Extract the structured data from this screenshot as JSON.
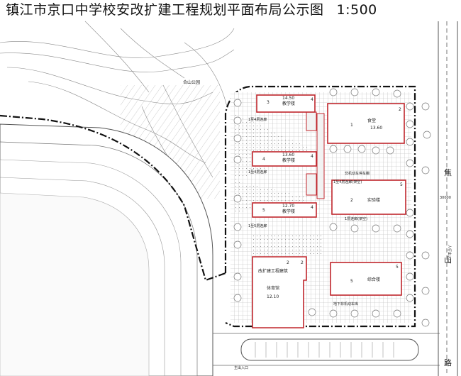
{
  "title": {
    "text": "镇江市京口中学校安改扩建工程规划平面布局公示图",
    "scale": "1:500"
  },
  "colors": {
    "building_outline": "#c0262c",
    "boundary": "#111111",
    "ground": "#8a8a8a",
    "hatch": "#b5b5b5"
  },
  "labels": {
    "park": "合山公园",
    "road_vertical": [
      "焦",
      "山",
      "路"
    ],
    "road_width": "30000",
    "entrance_right": "人行出入口",
    "entrance_bottom": "主出入口"
  },
  "buildings": [
    {
      "number": "3",
      "name": "教学楼",
      "floors": "4"
    },
    {
      "number": "4",
      "name": "教学楼",
      "floors": "4"
    },
    {
      "number": "5",
      "name": "教学楼",
      "floors": "4"
    },
    {
      "number": "1",
      "name": "食堂",
      "floors": "2"
    },
    {
      "number": "2",
      "name": "实验楼",
      "floors": "5"
    },
    {
      "number": "5",
      "name": "综合楼",
      "floors": "5"
    },
    {
      "number": "2",
      "name": "体育馆",
      "floors": "2"
    }
  ],
  "annotations": {
    "corridor_1": "1至4层连廊",
    "corridor_2": "1至4层连廊",
    "corridor_3": "1至5层连廊",
    "corridor_4": "1至4层连廊(架空)",
    "corridor_5": "1层连廊(架空)",
    "bike_shed": "非机动车停车棚",
    "underground_garage": "地下非机动车库",
    "gym_extra": "改扩建工程建筑",
    "elev_1": "14.50",
    "elev_2": "13.60",
    "elev_3": "12.70",
    "elev_4": "13.60",
    "elev_5": "12.10"
  }
}
